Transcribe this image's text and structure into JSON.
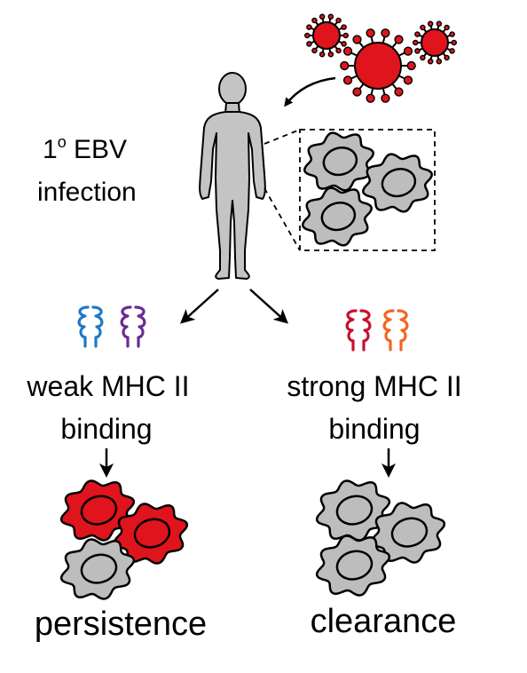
{
  "infection": {
    "prefix": "1",
    "superscript": "o",
    "rest": " EBV",
    "line2": "infection"
  },
  "left_branch": {
    "line1": "weak MHC II",
    "line2": "binding",
    "outcome": "persistence"
  },
  "right_branch": {
    "line1": "strong MHC II",
    "line2": "binding",
    "outcome": "clearance"
  },
  "colors": {
    "virus": "#e0141c",
    "cell_gray": "#bdbdbd",
    "cell_red": "#e0141c",
    "figure": "#c4c4c4",
    "allele_blue": "#1f78c8",
    "allele_purple": "#6a2c91",
    "allele_red": "#c8102e",
    "allele_orange": "#f26522"
  },
  "icons": [
    "virus-icon",
    "human-figure-icon",
    "b-cell-icon",
    "mhc-ii-icon",
    "arrow-icon"
  ]
}
